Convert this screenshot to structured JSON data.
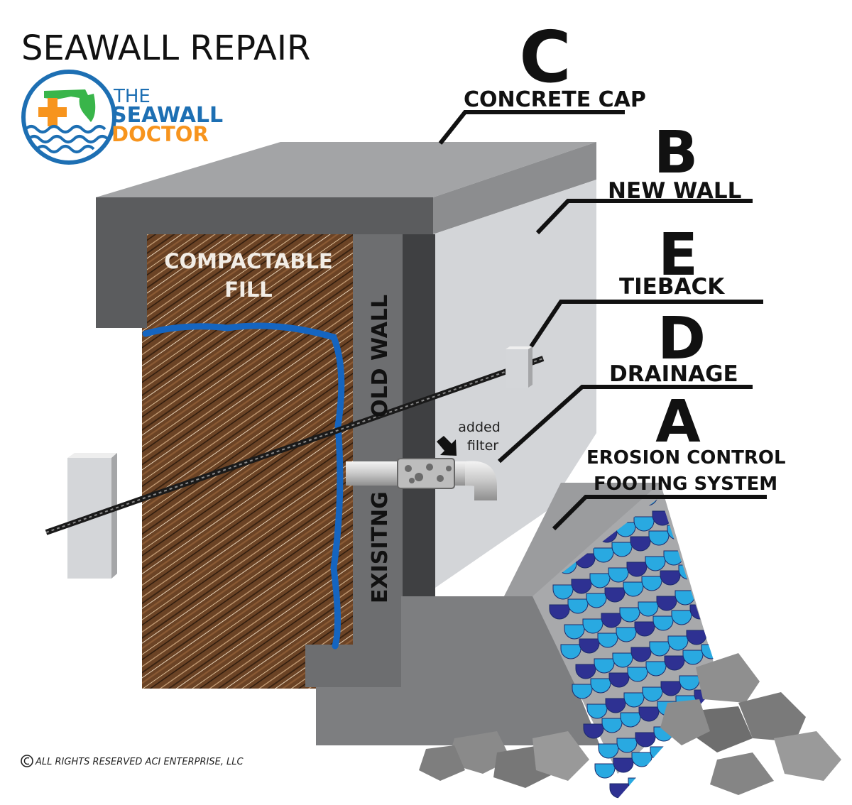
{
  "title": "SEAWALL REPAIR",
  "logo": {
    "line1": "THE",
    "line2": "SEAWALL",
    "line3": "DOCTOR",
    "icon": "florida-cross-waves-icon"
  },
  "callouts": {
    "c_letter": "C",
    "c_label": "CONCRETE CAP",
    "b_letter": "B",
    "b_label": "NEW WALL",
    "e_letter": "E",
    "e_label": "TIEBACK",
    "d_letter": "D",
    "d_label": "DRAINAGE",
    "a_letter": "A",
    "a_label_1": "EROSION CONTROL",
    "a_label_2": "FOOTING SYSTEM"
  },
  "labels": {
    "fill_1": "COMPACTABLE",
    "fill_2": "FILL",
    "old_wall": "OLD WALL",
    "existing": "EXISITNG",
    "filter_1": "added",
    "filter_2": "filter"
  },
  "copyright": "ALL RIGHTS RESERVED ACI ENTERPRISE, LLC",
  "colors": {
    "cap_dark": "#5b5c5e",
    "cap_top": "#8c8d8f",
    "new_wall_face": "#d3d5d8",
    "old_wall": "#6d6e70",
    "old_wall_dark": "#3f4042",
    "fill_brown": "#6b4325",
    "drain_blue": "#1565c0",
    "tile_blue_light": "#29a9e1",
    "tile_blue_dark": "#2e3192",
    "rock_gray": "#8a8a8a",
    "logo_blue": "#1d6fb3",
    "logo_orange": "#f7941d",
    "logo_green": "#39b54a"
  }
}
